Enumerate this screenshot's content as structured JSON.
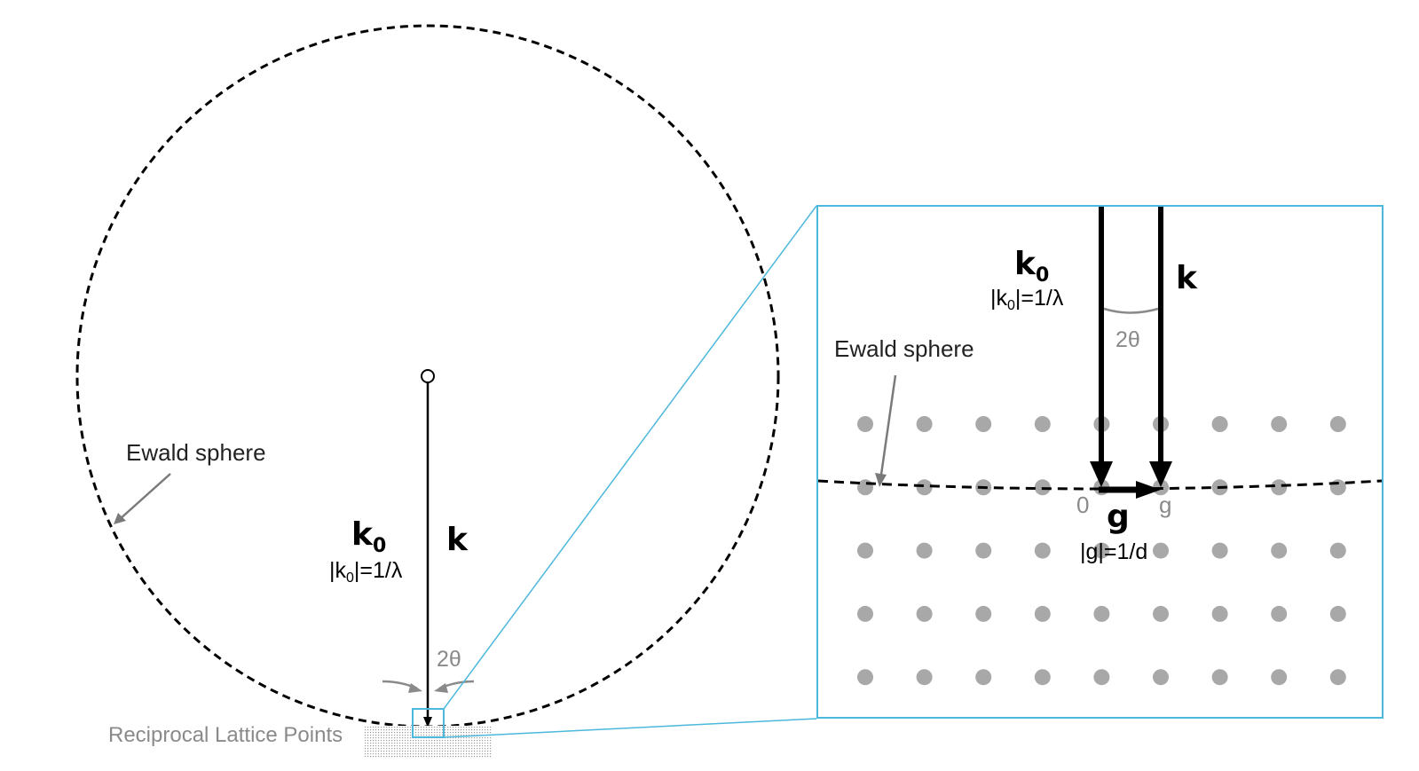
{
  "colors": {
    "ink": "#000000",
    "grey": "#8a8a8a",
    "lattice": "#a8a8a8",
    "zoom": "#4db8dc"
  },
  "overview": {
    "ewald_label": "Ewald sphere",
    "k0_label": "k",
    "k0_sub": "0",
    "k0_mag_prefix": "|k",
    "k0_mag_sub": "0",
    "k0_mag_suffix": "|=1/λ",
    "k_label": "k",
    "angle_label": "2θ",
    "lattice_label": "Reciprocal Lattice Points"
  },
  "zoom": {
    "k0_label": "k",
    "k0_sub": "0",
    "k0_mag_prefix": "|k",
    "k0_mag_sub": "0",
    "k0_mag_suffix": "|=1/λ",
    "k_label": "k",
    "angle_label": "2θ",
    "ewald_label": "Ewald sphere",
    "origin_label": "0",
    "g_point_label": "g",
    "g_vector_label": "g",
    "g_mag_label": "|g|=1/d",
    "lattice": {
      "rows": 5,
      "cols": 9
    }
  }
}
